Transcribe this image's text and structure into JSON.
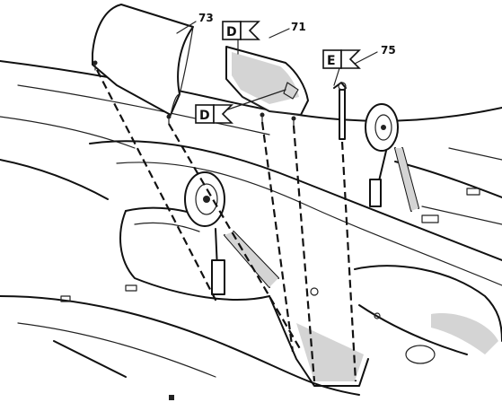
{
  "parts": [
    {
      "id": "part-73",
      "number": "73"
    },
    {
      "id": "part-71",
      "number": "71"
    },
    {
      "id": "part-75",
      "number": "75"
    }
  ],
  "flags": [
    {
      "id": "flag-d-top",
      "letter": "D"
    },
    {
      "id": "flag-d-bottom",
      "letter": "D"
    },
    {
      "id": "flag-e",
      "letter": "E"
    }
  ],
  "colors": {
    "line": "#111111",
    "background": "#ffffff",
    "shade": "#d4d4d4"
  }
}
